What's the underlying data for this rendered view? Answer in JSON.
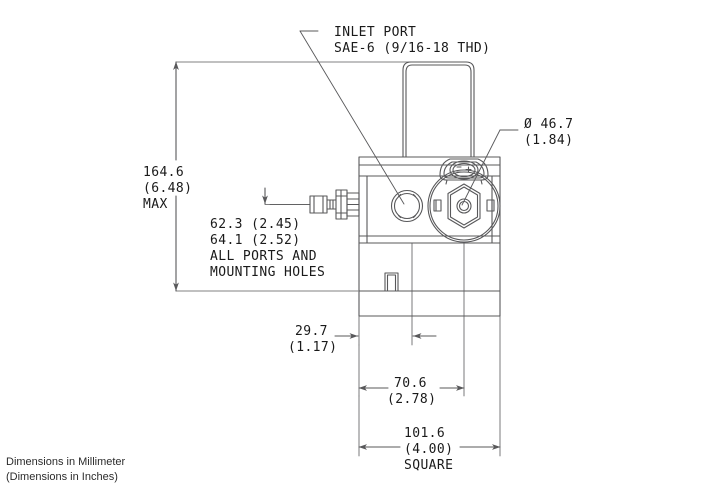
{
  "drawing": {
    "title_note_lines": [
      "Dimensions in Millimeter",
      "(Dimensions in Inches)"
    ],
    "line_color": "#58585a",
    "text_color": "#1a1a1a",
    "background": "#ffffff",
    "leaders": {
      "inlet_port": {
        "line1": "INLET PORT",
        "line2": "SAE-6 (9/16-18 THD)"
      },
      "flange_diameter": {
        "line1": "Ø 46.7",
        "line2": "(1.84)"
      }
    },
    "dimensions": {
      "height_overall": {
        "line1": "164.6",
        "line2": "(6.48)",
        "line3": "MAX"
      },
      "ports_note": {
        "line1": "62.3 (2.45)",
        "line2": "64.1 (2.52)",
        "line3": "ALL PORTS AND",
        "line4": "MOUNTING HOLES"
      },
      "offset_left": {
        "line1": "29.7",
        "line2": "(1.17)"
      },
      "port_center": {
        "line1": "70.6",
        "line2": "(2.78)"
      },
      "body_width": {
        "line1": "101.6",
        "line2": "(4.00)",
        "line3": "SQUARE"
      }
    }
  }
}
